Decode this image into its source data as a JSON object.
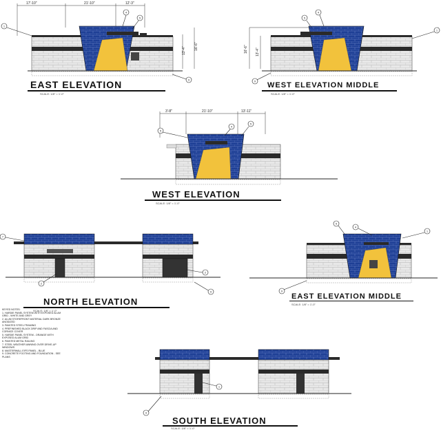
{
  "elevations": {
    "east": {
      "title": "EAST ELEVATION",
      "scale": "SCALE: 1/8\" = 1'-0\""
    },
    "west_middle": {
      "title": "WEST ELEVATION MIDDLE",
      "scale": "SCALE: 1/8\" = 1'-0\""
    },
    "west": {
      "title": "WEST ELEVATION",
      "scale": "SCALE: 1/8\" = 1'-0\""
    },
    "north": {
      "title": "NORTH ELEVATION",
      "scale": "SCALE: 1/8\" = 1'-0\""
    },
    "east_middle": {
      "title": "EAST ELEVATION MIDDLE",
      "scale": "SCALE: 1/8\" = 1'-0\""
    },
    "south": {
      "title": "SOUTH ELEVATION",
      "scale": "SCALE: 1/8\" = 1'-0\""
    }
  },
  "dimensions": {
    "d1": "17'-10\"",
    "d2": "21'-10\"",
    "d3": "12'-3\"",
    "d4": "16'-6\"",
    "d5": "13'-4\"",
    "d6": "3'-8\"",
    "d7": "21'-10\"",
    "d8": "13'-11\""
  },
  "notes": {
    "heading": "KEYED NOTES:",
    "items": [
      "1. HARDIE PANEL SYSTEM WITH EXPOSED ALUM",
      "   GRID - WHITE AND GREY",
      "2. ALUM STOREFRONT MATERIAL DARK BRONZE",
      "   ANODIZED",
      "3. PAINTED STEEL FRAMING",
      "4. PREFINISHED BLACK DRIP AND FASCIA AND",
      "   CORNICE COVER",
      "5. HARDIE PANEL SYSTEM - ORANGE WITH",
      "   EXPOSED ALUM GRID",
      "6. PAINTED METAL RAILING",
      "7. STEEL WEATHER AWNING OVER DRIVE-UP",
      "   WINDOWS",
      "8. MASTERWALL EIFS PANEL - BLUE",
      "9. CONCRETE FOOTING AND FOUNDATION - SEE",
      "   PLANS"
    ]
  },
  "callouts": [
    "1",
    "2",
    "3",
    "4",
    "5",
    "6",
    "7",
    "8",
    "9"
  ],
  "colors": {
    "blue": "#1e3f95",
    "yellow": "#f2c23c",
    "block": "#e9e9e9",
    "dark": "#2a2a2a"
  }
}
